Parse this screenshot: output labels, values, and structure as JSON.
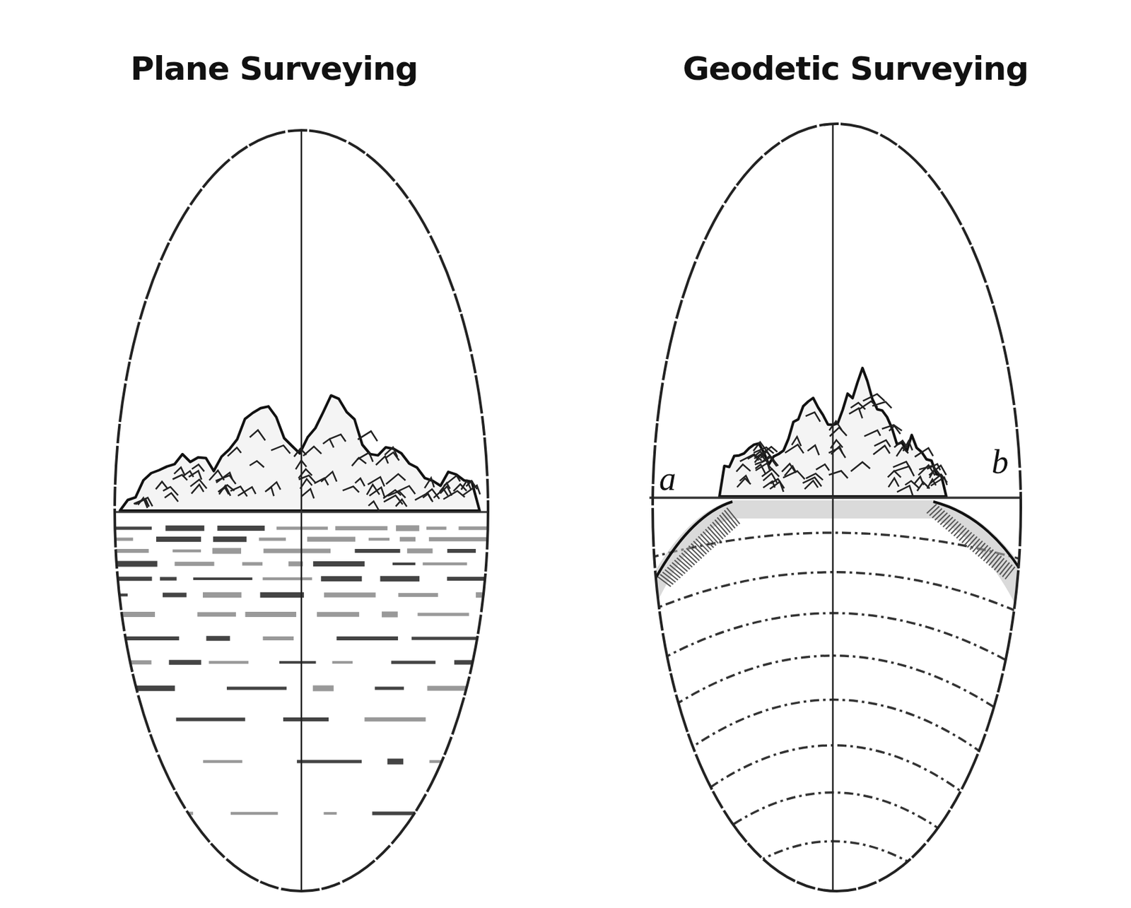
{
  "diagram": {
    "labels": [
      "Plane Surveying",
      "Geodetic Surveying",
      "a",
      "b"
    ]
  }
}
